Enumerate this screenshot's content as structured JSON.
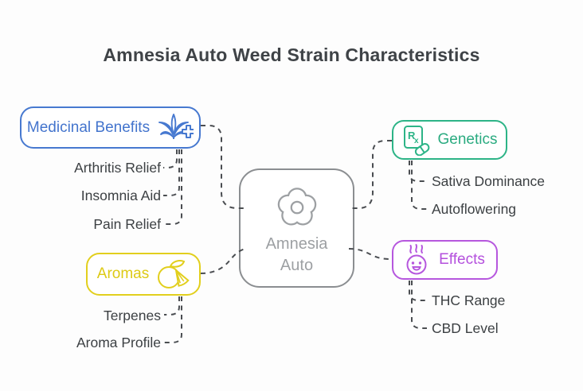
{
  "title": "Amnesia Auto Weed Strain Characteristics",
  "center": {
    "label_line1": "Amnesia",
    "label_line2": "Auto",
    "icon": "flower-icon",
    "border_color": "#8b8e91",
    "text_color": "#9da0a3"
  },
  "branches": [
    {
      "id": "medicinal-benefits",
      "label": "Medicinal Benefits",
      "icon": "cannabis-medical-icon",
      "color": "#4779d0",
      "children": [
        "Arthritis Relief",
        "Insomnia Aid",
        "Pain Relief"
      ]
    },
    {
      "id": "genetics",
      "label": "Genetics",
      "icon": "prescription-rx-icon",
      "color": "#2db487",
      "children": [
        "Sativa Dominance",
        "Autoflowering"
      ]
    },
    {
      "id": "aromas",
      "label": "Aromas",
      "icon": "citrus-icon",
      "color": "#e2cf1d",
      "children": [
        "Terpenes",
        "Aroma Profile"
      ]
    },
    {
      "id": "effects",
      "label": "Effects",
      "icon": "psychoactive-head-icon",
      "color": "#b657de",
      "children": [
        "THC Range",
        "CBD Level"
      ]
    }
  ],
  "connector_color": "#4a4d51",
  "text_color": "#3c4043",
  "title_color": "#3f4347",
  "rx_glyph_main": "R",
  "rx_glyph_sub": "x"
}
